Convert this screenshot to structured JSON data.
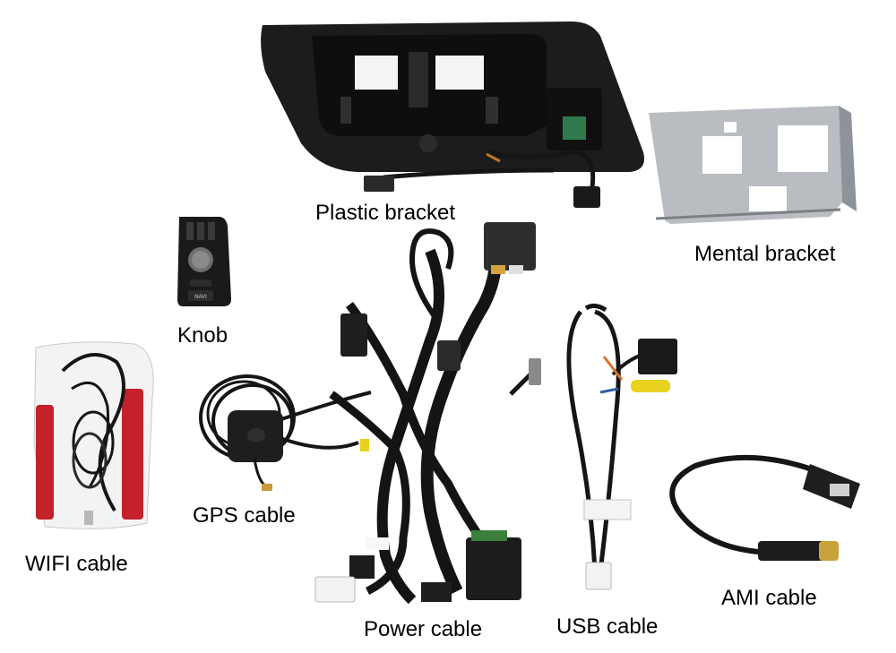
{
  "labels": {
    "plastic_bracket": "Plastic bracket",
    "mental_bracket": "Mental bracket",
    "knob": "Knob",
    "gps_cable": "GPS cable",
    "wifi_cable": "WIFI cable",
    "ami_cable": "AMI cable",
    "power_cable": "Power cable",
    "usb_cable": "USB cable"
  },
  "knob_button": "NAVI",
  "colors": {
    "background": "#ffffff",
    "plastic": "#1c1c1c",
    "metal": "#b9bdc2",
    "cable": "#151515",
    "wifi_red": "#c4222b",
    "connector_white": "#f2f2f2",
    "rca_yellow": "#e8d21e"
  }
}
